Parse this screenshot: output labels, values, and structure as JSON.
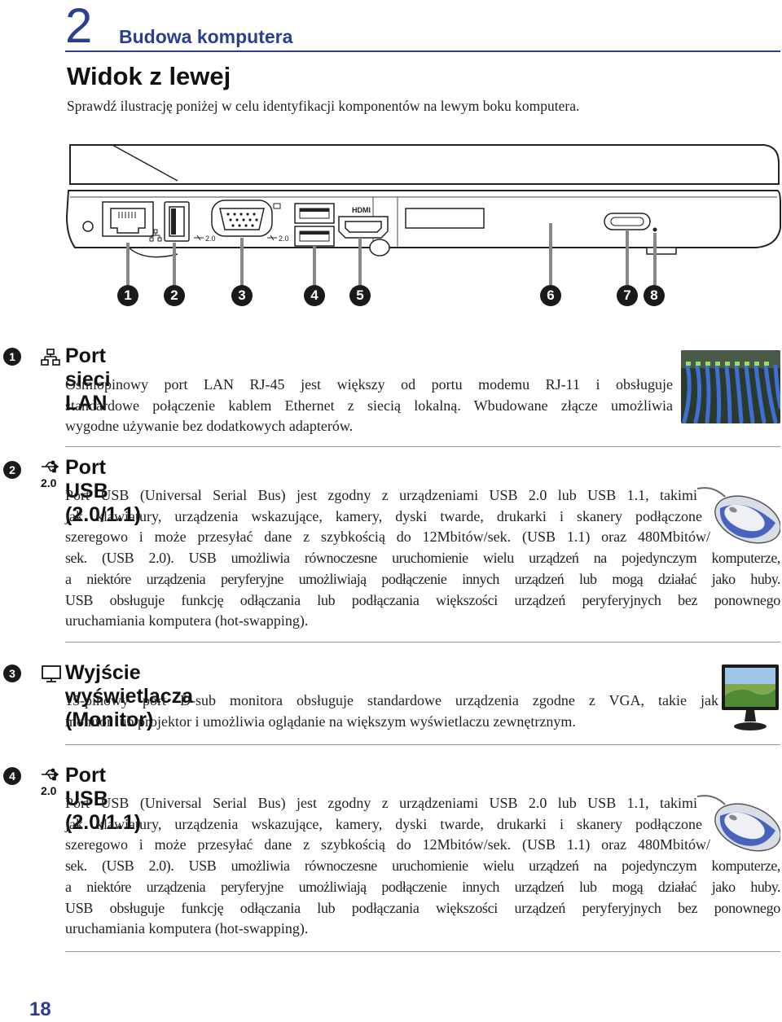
{
  "header": {
    "chapter_number": "2",
    "chapter_title": "Budowa komputera"
  },
  "page_title": "Widok z lewej",
  "intro": "Sprawdź ilustrację poniżej w celu identyfikacji komponentów na lewym boku komputera.",
  "illustration": {
    "hdmi_label": "HDMI",
    "usb_label_1": "2.0",
    "usb_label_2": "2.0",
    "callouts": [
      "1",
      "2",
      "3",
      "4",
      "5",
      "6",
      "7",
      "8"
    ]
  },
  "sections": [
    {
      "number": "1",
      "icon": "lan-icon",
      "title": "Port sieci LAN",
      "lines": [
        "Ośmiopinowy port LAN RJ-45 jest większy od portu modemu RJ-11 i obsługuje",
        "standardowe połączenie kablem Ethernet z siecią lokalną. Wbudowane złącze umożliwia",
        "wygodne używanie bez dodatkowych adapterów."
      ]
    },
    {
      "number": "2",
      "icon": "usb-icon",
      "icon_label": "2.0",
      "title": "Port USB (2.0/1.1)",
      "lines": [
        "Port USB (Universal Serial Bus) jest zgodny z urządzeniami USB 2.0 lub USB 1.1, takimi",
        "jak klawiatury, urządzenia wskazujące, kamery, dyski twarde, drukarki i skanery podłączone",
        "szeregowo i może przesyłać dane z szybkością do 12Mbitów/sek. (USB 1.1) oraz 480Mbitów/",
        "sek. (USB 2.0). USB umożliwia równoczesne uruchomienie wielu urządzeń na pojedynczym komputerze,",
        "a niektóre urządzenia peryferyjne umożliwiają podłączenie innych urządzeń lub mogą działać jako huby.",
        "USB obsługuje funkcję odłączania lub podłączania większości urządzeń peryferyjnych bez ponownego",
        "uruchamiania komputera (hot-swapping)."
      ]
    },
    {
      "number": "3",
      "icon": "monitor-icon",
      "title": "Wyjście wyświetlacza (Monitor)",
      "lines": [
        "15-pinowy port D-sub monitora obsługuje standardowe urządzenia zgodne z VGA, takie jak",
        "monitor lub projektor i umożliwia oglądanie na większym wyświetlaczu zewnętrznym."
      ]
    },
    {
      "number": "4",
      "icon": "usb-icon",
      "icon_label": "2.0",
      "title": "Port USB (2.0/1.1)",
      "lines": [
        "Port USB (Universal Serial Bus) jest zgodny z urządzeniami USB 2.0 lub USB 1.1, takimi",
        "jak klawiatury, urządzenia wskazujące, kamery, dyski twarde, drukarki i skanery podłączone",
        "szeregowo i może przesyłać dane z szybkością do 12Mbitów/sek. (USB 1.1) oraz 480Mbitów/",
        "sek. (USB 2.0). USB umożliwia równoczesne uruchomienie wielu urządzeń na pojedynczym komputerze,",
        "a niektóre urządzenia peryferyjne umożliwiają podłączenie innych urządzeń lub mogą działać jako huby.",
        "USB obsługuje funkcję odłączania lub podłączania większości urządzeń peryferyjnych bez ponownego",
        "uruchamiania komputera (hot-swapping)."
      ]
    }
  ],
  "page_number": "18",
  "colors": {
    "accent": "#2a3f8f",
    "text": "#222222",
    "rule": "#999999"
  }
}
